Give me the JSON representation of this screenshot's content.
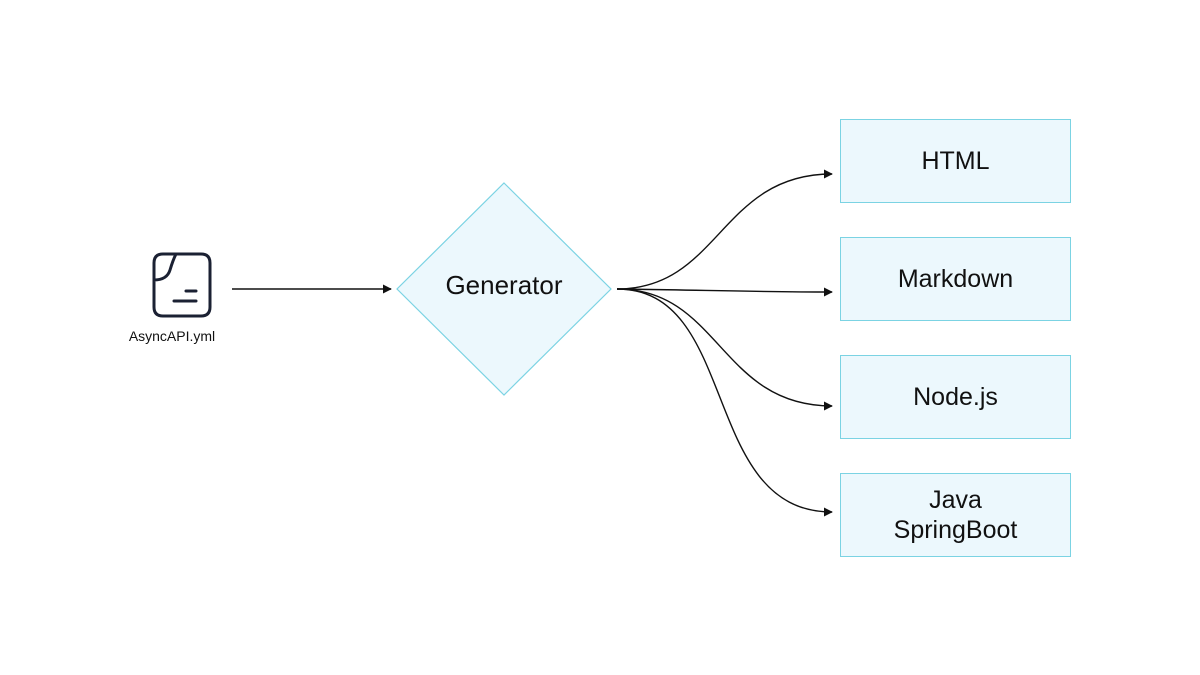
{
  "input": {
    "filename": "AsyncAPI.yml",
    "icon": "document-icon"
  },
  "generator": {
    "label": "Generator",
    "shape": "diamond"
  },
  "outputs": [
    {
      "lines": [
        "HTML"
      ]
    },
    {
      "lines": [
        "Markdown"
      ]
    },
    {
      "lines": [
        "Node.js"
      ]
    },
    {
      "lines": [
        "Java",
        "SpringBoot"
      ]
    }
  ],
  "colors": {
    "node_fill": "#ecf8fd",
    "node_border": "#7bd3e3",
    "arrow": "#111111",
    "icon_stroke": "#1b2133"
  }
}
